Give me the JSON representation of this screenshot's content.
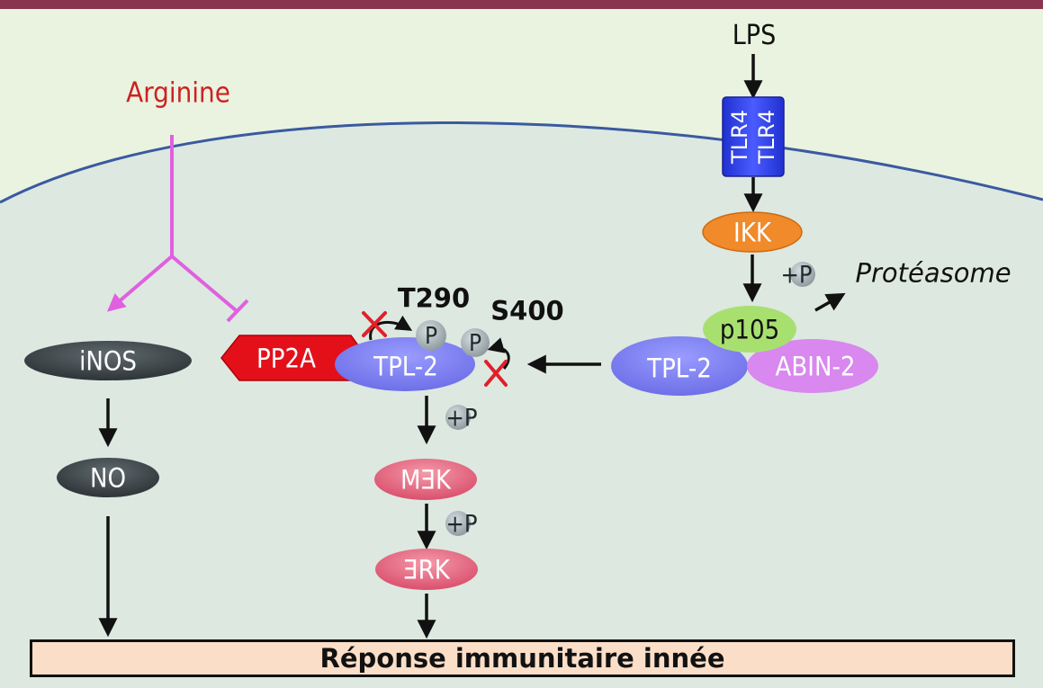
{
  "labels": {
    "lps": "LPS",
    "arginine": "Arginine",
    "tlr4_a": "TLR4",
    "tlr4_b": "TLR4",
    "ikk": "IKK",
    "proteasome": "Protéasome",
    "p105": "p105",
    "tpl2_complex": "TPL-2",
    "abin2": "ABIN-2",
    "tpl2_main": "TPL-2",
    "pp2a": "PP2A",
    "inos": "iNOS",
    "no": "NO",
    "mek": "MƎK",
    "erk": "ƎRK",
    "t290": "T290",
    "s400": "S400",
    "p_t290": "P",
    "p_s400": "P",
    "plus_p_ikk": "+P",
    "plus_p_tpl2": "+P",
    "plus_p_mek": "+P",
    "response": "Réponse immunitaire innée"
  },
  "colors": {
    "top_bar": "#8a3550",
    "outside": "#eaf3e0",
    "cytoplasm": "#dde8e0",
    "membrane": "#3a5aa0",
    "arginine": "#cc2222",
    "arginine_line": "#e060e0",
    "tlr4": "#2d3fe6",
    "ikk": "#f08a2a",
    "p105": "#a8e070",
    "tpl2": "#7d7ff0",
    "abin2": "#d888ee",
    "pp2a": "#e3101a",
    "dark_node": "#3c4346",
    "mek_erk": "#e8607a",
    "phospho": "#9aa6ad",
    "response_fill": "#fbdec8",
    "inhibit_x": "#e0202a"
  }
}
